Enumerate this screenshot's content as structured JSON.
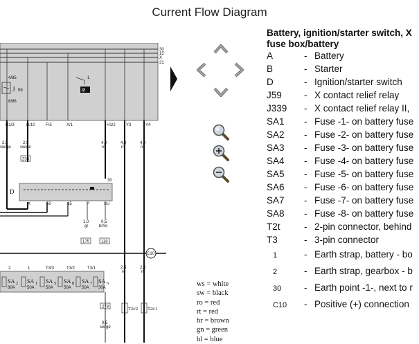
{
  "title": "Current Flow Diagram",
  "schematic": {
    "rails": [
      "30",
      "15",
      "X",
      "31"
    ],
    "relay_labels": [
      "4/85",
      "J",
      "59",
      "8/86",
      "1"
    ],
    "relay_box": "I2",
    "top_terminals": [
      "H1/3",
      "R/10",
      "F/5",
      "X/1",
      "H1/2",
      "Y3",
      "Y4"
    ],
    "wire_labels": [
      "2,5",
      "sw/ge",
      "2,5",
      "sw/ge",
      "4,0",
      "ro",
      "4,0",
      "ro",
      "4,0",
      "ro"
    ],
    "ref_230": "230",
    "switch_label": "D",
    "switch_terms": [
      "X",
      "50",
      "15",
      "P",
      "SU"
    ],
    "switch_30": "30",
    "small_wires": [
      "1,0",
      "gr",
      "0,5",
      "br/ro"
    ],
    "refs_175_118": [
      "175",
      "118"
    ],
    "c10": "C10",
    "fuse_top_labels": [
      "2",
      "1",
      "T3/3",
      "T3/2",
      "T3/1"
    ],
    "fuses": [
      {
        "name": "SA",
        "num": "2",
        "amps": "80A"
      },
      {
        "name": "SA",
        "num": "1",
        "amps": "50A"
      },
      {
        "name": "SA",
        "num": "5",
        "amps": "50A"
      },
      {
        "name": "SA",
        "num": "8",
        "amps": "50A"
      },
      {
        "name": "SA",
        "num": "7",
        "amps": "50A"
      },
      {
        "name": "SA",
        "num": "6",
        "amps": "30A"
      }
    ],
    "bottom_wire_labels": [
      "2,5",
      "ro",
      "2,5",
      "ro"
    ],
    "connectors": [
      "T2t/2",
      "T2t/1"
    ],
    "ref_278": "278",
    "bottom_small": [
      "0,5",
      "sw/ge"
    ]
  },
  "color_codes": [
    "ws = white",
    "sw = black",
    "ro = red",
    "rt = red",
    "br = brown",
    "gn = green",
    "bl = blue"
  ],
  "legend": {
    "heading_line1": "Battery, ignition/starter switch, X",
    "heading_line2": "fuse box/battery",
    "items": [
      {
        "code": "A",
        "desc": "Battery"
      },
      {
        "code": "B",
        "desc": "Starter"
      },
      {
        "code": "D",
        "desc": "Ignition/starter switch"
      },
      {
        "code": "J59",
        "desc": "X contact relief relay"
      },
      {
        "code": "J339",
        "desc": "X contact relief relay II,"
      },
      {
        "code": "SA1",
        "desc": "Fuse -1- on battery fuse"
      },
      {
        "code": "SA2",
        "desc": "Fuse -2- on battery fuse"
      },
      {
        "code": "SA3",
        "desc": "Fuse -3- on battery fuse"
      },
      {
        "code": "SA4",
        "desc": "Fuse -4- on battery fuse"
      },
      {
        "code": "SA5",
        "desc": "Fuse -5- on battery fuse"
      },
      {
        "code": "SA6",
        "desc": "Fuse -6- on battery fuse"
      },
      {
        "code": "SA7",
        "desc": "Fuse -7- on battery fuse"
      },
      {
        "code": "SA8",
        "desc": "Fuse -8- on battery fuse"
      },
      {
        "code": "T2t",
        "desc": "2-pin connector, behind"
      },
      {
        "code": "T3",
        "desc": "3-pin connector"
      }
    ],
    "special": [
      {
        "code": "1",
        "desc": "Earth strap, battery - bo"
      },
      {
        "code": "2",
        "desc": "Earth strap, gearbox - b"
      },
      {
        "code": "30",
        "desc": "Earth point -1-, next to r"
      },
      {
        "code": "C10",
        "desc": "Positive (+) connection"
      }
    ]
  },
  "icons": {
    "nav": [
      "nav-up-icon",
      "nav-left-icon",
      "nav-right-icon",
      "nav-down-icon"
    ],
    "zoom": [
      "zoom-icon",
      "zoom-in-icon",
      "zoom-out-icon"
    ],
    "expand": "expand-arrow-icon"
  }
}
